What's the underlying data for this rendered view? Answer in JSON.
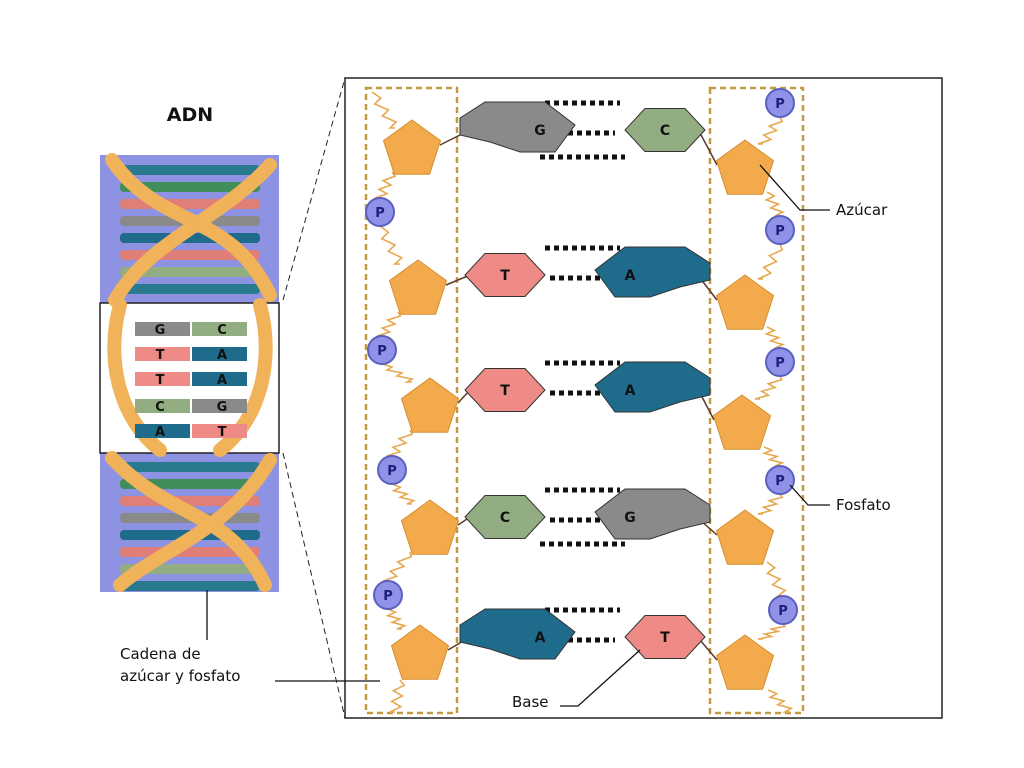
{
  "title": "ADN",
  "labels": {
    "sugar": "Azúcar",
    "phosphate": "Fosfato",
    "base": "Base",
    "backbone_line1": "Cadena de",
    "backbone_line2": "azúcar y fosfato"
  },
  "phosphate_symbol": "P",
  "base_pairs": [
    {
      "left": "G",
      "right": "C"
    },
    {
      "left": "T",
      "right": "A"
    },
    {
      "left": "T",
      "right": "A"
    },
    {
      "left": "C",
      "right": "G"
    },
    {
      "left": "A",
      "right": "T"
    }
  ],
  "helix_pairs": [
    {
      "left": "G",
      "right": "C"
    },
    {
      "left": "T",
      "right": "A"
    },
    {
      "left": "T",
      "right": "A"
    },
    {
      "left": "C",
      "right": "G"
    },
    {
      "left": "A",
      "right": "T"
    }
  ],
  "colors": {
    "G": "#8a8a8a",
    "C": "#93ad82",
    "T": "#ef8b86",
    "A": "#1f6b8c",
    "sugar": "#f2aa4c",
    "phosphate": "#8f92e6",
    "backbone": "#e7a84f",
    "panel": "#8e92e2"
  }
}
